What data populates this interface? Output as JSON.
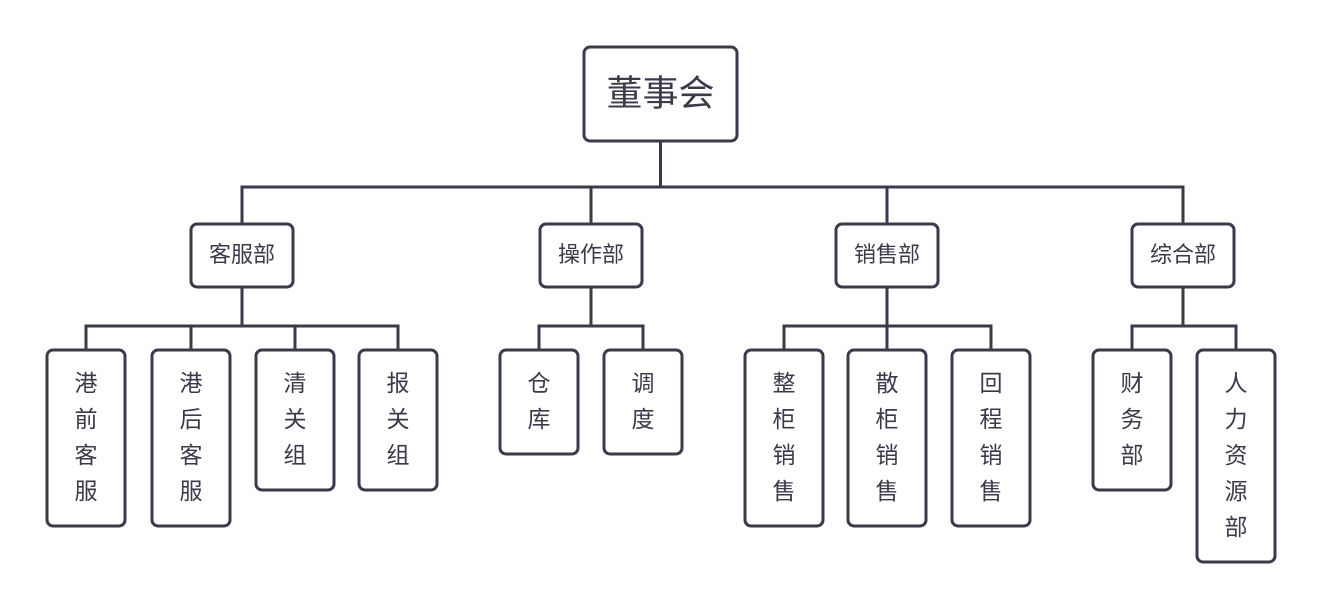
{
  "org_chart": {
    "root": {
      "label": "董事会"
    },
    "departments": [
      {
        "label": "客服部",
        "teams": [
          {
            "label": "港前客服"
          },
          {
            "label": "港后客服"
          },
          {
            "label": "清关组"
          },
          {
            "label": "报关组"
          }
        ]
      },
      {
        "label": "操作部",
        "teams": [
          {
            "label": "仓库"
          },
          {
            "label": "调度"
          }
        ]
      },
      {
        "label": "销售部",
        "teams": [
          {
            "label": "整柜销售"
          },
          {
            "label": "散柜销售"
          },
          {
            "label": "回程销售"
          }
        ]
      },
      {
        "label": "综合部",
        "teams": [
          {
            "label": "财务部"
          },
          {
            "label": "人力资源部"
          }
        ]
      }
    ]
  }
}
